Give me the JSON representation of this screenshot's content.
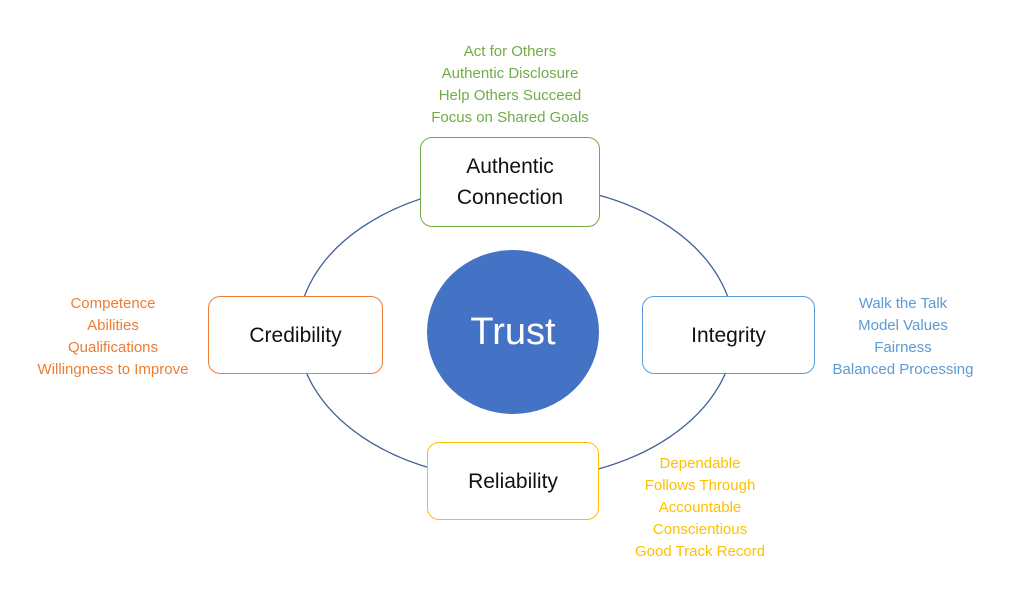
{
  "colors": {
    "ring": "#3f5f95",
    "center_fill": "#4472c4",
    "green": "#70ad47",
    "orange": "#ed7d31",
    "blue": "#5b9bd5",
    "gold": "#ffc000"
  },
  "center": {
    "label": "Trust"
  },
  "nodes": {
    "authentic_connection": {
      "label": "Authentic\nConnection",
      "traits": [
        "Act for Others",
        "Authentic Disclosure",
        "Help Others Succeed",
        "Focus on Shared Goals"
      ]
    },
    "credibility": {
      "label": "Credibility",
      "traits": [
        "Competence",
        "Abilities",
        "Qualifications",
        "Willingness to Improve"
      ]
    },
    "integrity": {
      "label": "Integrity",
      "traits": [
        "Walk the Talk",
        "Model Values",
        "Fairness",
        "Balanced Processing"
      ]
    },
    "reliability": {
      "label": "Reliability",
      "traits": [
        "Dependable",
        "Follows Through",
        "Accountable",
        "Conscientious",
        "Good Track Record"
      ]
    }
  }
}
